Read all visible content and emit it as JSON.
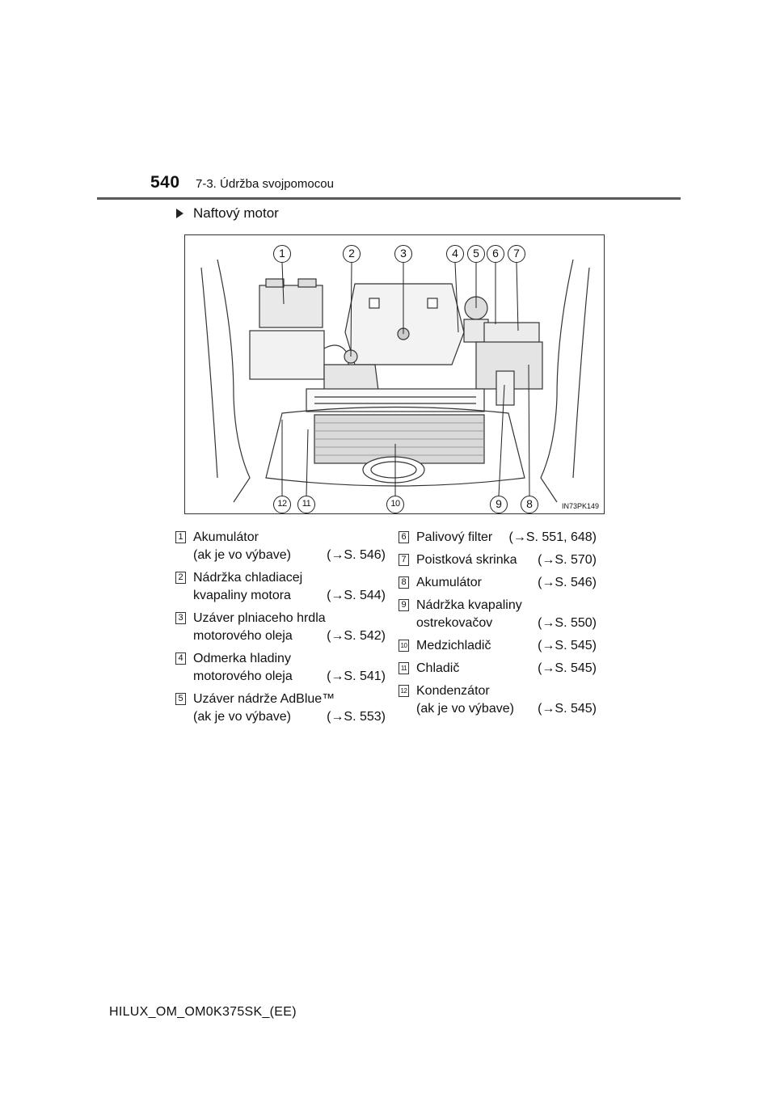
{
  "header": {
    "page_number": "540",
    "section": "7-3. Údržba svojpomocou"
  },
  "subheading": "Naftový motor",
  "figure": {
    "code": "IN73PK149",
    "callouts": [
      "1",
      "2",
      "3",
      "4",
      "5",
      "6",
      "7",
      "8",
      "9",
      "10",
      "11",
      "12"
    ]
  },
  "legend": {
    "left": [
      {
        "num": "1",
        "lines": [
          {
            "text": "Akumulátor",
            "ref": ""
          },
          {
            "text": "(ak je vo výbave)",
            "ref": "(→S. 546)"
          }
        ]
      },
      {
        "num": "2",
        "lines": [
          {
            "text": "Nádržka chladiacej",
            "ref": ""
          },
          {
            "text": "kvapaliny motora",
            "ref": "(→S. 544)"
          }
        ]
      },
      {
        "num": "3",
        "lines": [
          {
            "text": "Uzáver plniaceho hrdla",
            "ref": ""
          },
          {
            "text": "motorového oleja",
            "ref": "(→S. 542)"
          }
        ]
      },
      {
        "num": "4",
        "lines": [
          {
            "text": "Odmerka hladiny",
            "ref": ""
          },
          {
            "text": "motorového oleja",
            "ref": "(→S. 541)"
          }
        ]
      },
      {
        "num": "5",
        "lines": [
          {
            "text": "Uzáver nádrže AdBlue™",
            "ref": ""
          },
          {
            "text": "(ak je vo výbave)",
            "ref": "(→S. 553)"
          }
        ]
      }
    ],
    "right": [
      {
        "num": "6",
        "lines": [
          {
            "text": "Palivový filter",
            "ref": "(→S. 551, 648)"
          }
        ]
      },
      {
        "num": "7",
        "lines": [
          {
            "text": "Poistková skrinka",
            "ref": "(→S. 570)"
          }
        ]
      },
      {
        "num": "8",
        "lines": [
          {
            "text": "Akumulátor",
            "ref": "(→S. 546)"
          }
        ]
      },
      {
        "num": "9",
        "lines": [
          {
            "text": "Nádržka kvapaliny",
            "ref": ""
          },
          {
            "text": "ostrekovačov",
            "ref": "(→S. 550)"
          }
        ]
      },
      {
        "num": "10",
        "lines": [
          {
            "text": "Medzichladič",
            "ref": "(→S. 545)"
          }
        ]
      },
      {
        "num": "11",
        "lines": [
          {
            "text": "Chladič",
            "ref": "(→S. 545)"
          }
        ]
      },
      {
        "num": "12",
        "lines": [
          {
            "text": "Kondenzátor",
            "ref": ""
          },
          {
            "text": "(ak je vo výbave)",
            "ref": "(→S. 545)"
          }
        ]
      }
    ]
  },
  "footer": "HILUX_OM_OM0K375SK_(EE)"
}
